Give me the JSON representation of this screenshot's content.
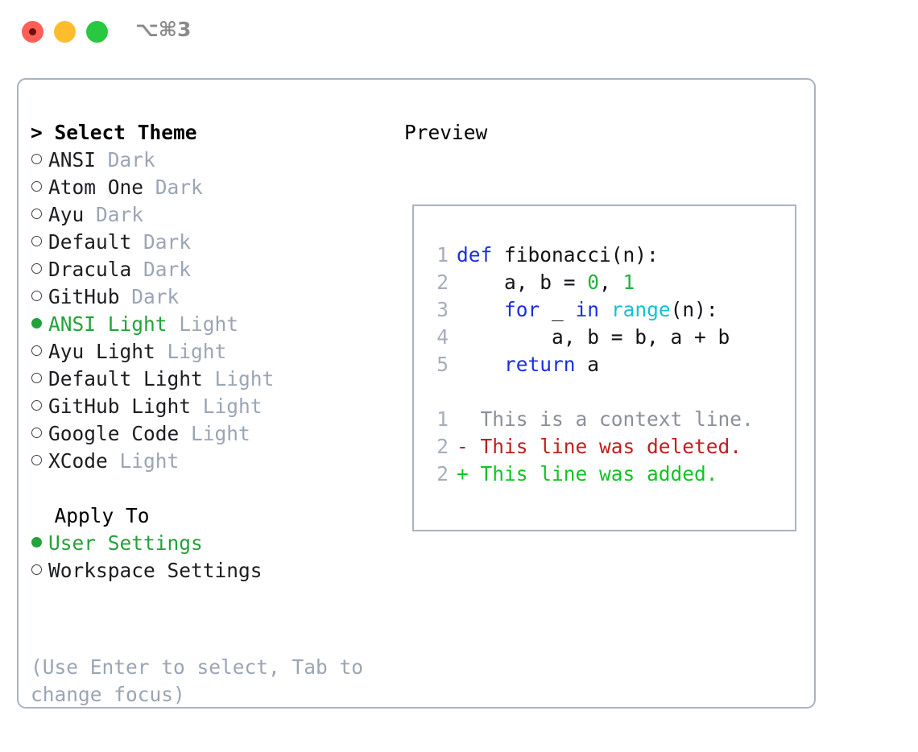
{
  "titlebar": {
    "shortcut": "⌥⌘3",
    "lights": [
      {
        "name": "close",
        "color": "#ff5f57"
      },
      {
        "name": "minimize",
        "color": "#ffbd2e"
      },
      {
        "name": "maximize",
        "color": "#28c840"
      }
    ]
  },
  "theme_section": {
    "header": "> Select Theme",
    "options": [
      {
        "bullet": "○",
        "selected": false,
        "name": "ANSI",
        "variant": "Dark"
      },
      {
        "bullet": "○",
        "selected": false,
        "name": "Atom One",
        "variant": "Dark"
      },
      {
        "bullet": "○",
        "selected": false,
        "name": "Ayu",
        "variant": "Dark"
      },
      {
        "bullet": "○",
        "selected": false,
        "name": "Default",
        "variant": "Dark"
      },
      {
        "bullet": "○",
        "selected": false,
        "name": "Dracula",
        "variant": "Dark"
      },
      {
        "bullet": "○",
        "selected": false,
        "name": "GitHub",
        "variant": "Dark"
      },
      {
        "bullet": "●",
        "selected": true,
        "name": "ANSI Light",
        "variant": "Light"
      },
      {
        "bullet": "○",
        "selected": false,
        "name": "Ayu Light",
        "variant": "Light"
      },
      {
        "bullet": "○",
        "selected": false,
        "name": "Default Light",
        "variant": "Light"
      },
      {
        "bullet": "○",
        "selected": false,
        "name": "GitHub Light",
        "variant": "Light"
      },
      {
        "bullet": "○",
        "selected": false,
        "name": "Google Code",
        "variant": "Light"
      },
      {
        "bullet": "○",
        "selected": false,
        "name": "XCode",
        "variant": "Light"
      }
    ]
  },
  "apply_section": {
    "header": "  Apply To",
    "options": [
      {
        "bullet": "●",
        "selected": true,
        "name": "User Settings"
      },
      {
        "bullet": "○",
        "selected": false,
        "name": "Workspace Settings"
      }
    ]
  },
  "hint": "(Use Enter to select, Tab to change focus)",
  "preview": {
    "title": "Preview",
    "code_lines": [
      {
        "n": "1",
        "tokens": [
          {
            "t": "def",
            "c": "kw"
          },
          {
            "t": " fibonacci(n):",
            "c": "id"
          }
        ]
      },
      {
        "n": "2",
        "tokens": [
          {
            "t": "    a, b = ",
            "c": "id"
          },
          {
            "t": "0",
            "c": "num"
          },
          {
            "t": ", ",
            "c": "id"
          },
          {
            "t": "1",
            "c": "num"
          }
        ]
      },
      {
        "n": "3",
        "tokens": [
          {
            "t": "    ",
            "c": "id"
          },
          {
            "t": "for",
            "c": "kw"
          },
          {
            "t": " _ ",
            "c": "id"
          },
          {
            "t": "in",
            "c": "kw"
          },
          {
            "t": " ",
            "c": "id"
          },
          {
            "t": "range",
            "c": "fn"
          },
          {
            "t": "(n):",
            "c": "id"
          }
        ]
      },
      {
        "n": "4",
        "tokens": [
          {
            "t": "        a, b = b, a + b",
            "c": "id"
          }
        ]
      },
      {
        "n": "5",
        "tokens": [
          {
            "t": "    ",
            "c": "id"
          },
          {
            "t": "return",
            "c": "kw"
          },
          {
            "t": " a",
            "c": "id"
          }
        ]
      }
    ],
    "diff_lines": [
      {
        "n": "1",
        "text": "  This is a context line.",
        "c": "ctx"
      },
      {
        "n": "2",
        "text": "- This line was deleted.",
        "c": "del"
      },
      {
        "n": "2",
        "text": "+ This line was added.",
        "c": "add"
      }
    ]
  },
  "colors": {
    "accent_green": "#22a33b",
    "muted": "#9aa5b5",
    "border": "#aab2bf",
    "keyword": "#1a2fe0",
    "function": "#16c0d4",
    "number": "#22b341",
    "diff_add": "#12c423",
    "diff_del": "#bf1f1f"
  }
}
